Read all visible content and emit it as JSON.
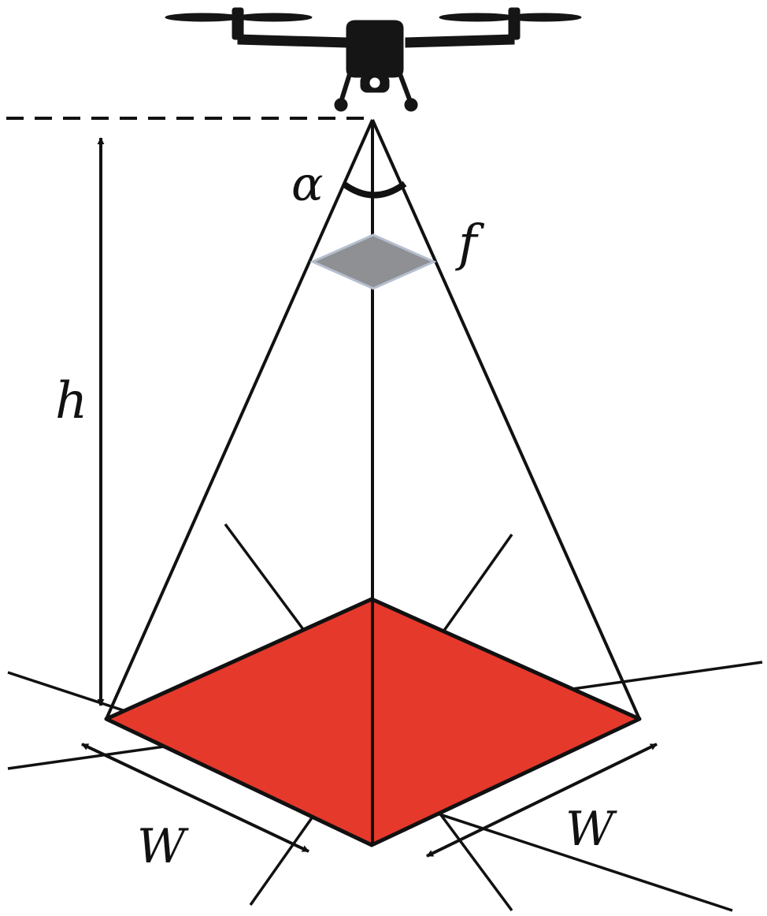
{
  "labels": {
    "height": "h",
    "view_angle": "α",
    "focal_length": "f",
    "width_left": "W",
    "width_right": "W"
  },
  "colors": {
    "footprint_fill": "#e5392b",
    "sensor_fill": "#8f9094",
    "sensor_stroke": "#b6bfcf",
    "line": "#111111",
    "drone": "#151515",
    "background": "#ffffff"
  }
}
